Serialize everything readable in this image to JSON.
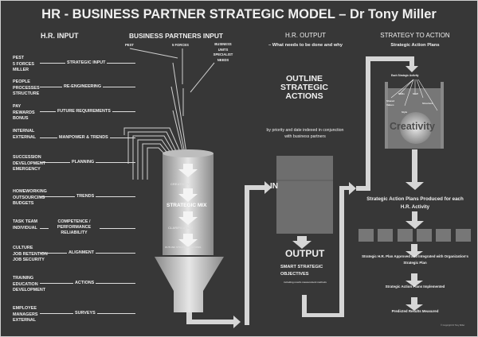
{
  "title": "HR - BUSINESS PARTNER STRATEGIC MODEL – Dr Tony Miller",
  "columns": {
    "hr_input": "H.R. INPUT",
    "business_partners_input": "BUSINESS PARTNERS INPUT",
    "hr_output": "H.R. OUTPUT",
    "hr_output_sub": "– What needs to be done and why",
    "strategy_to_action": "STRATEGY TO ACTION",
    "strategy_to_action_sub": "Strategic  Action Plans"
  },
  "partner_inputs": [
    "PEST",
    "5 FORCES",
    "BUSINESS UNITS SPECIALIST NEEDS"
  ],
  "hr_rows": [
    {
      "items": [
        "PEST",
        "5 FORCES",
        "MILLER"
      ],
      "label": "STRATEGIC INPUT"
    },
    {
      "items": [
        "PEOPLE",
        "PROCESSES",
        "STRUCTURE"
      ],
      "label": "RE-ENGINEERING"
    },
    {
      "items": [
        "PAY",
        "REWARDS",
        "BONUS"
      ],
      "label": "FUTURE REQUIREMENTS"
    },
    {
      "items": [
        "INTERNAL",
        "EXTERNAL",
        ""
      ],
      "label": "MANPOWER & TRENDS"
    },
    {
      "items": [
        "SUCCESSION",
        "DEVELOPMENT",
        "EMERGENCY"
      ],
      "label": "PLANNING"
    },
    {
      "items": [
        "HOMEWORKING",
        "OUTSOURCING",
        "BUDGETS"
      ],
      "label": "TRENDS"
    },
    {
      "items": [
        "TASK TEAM",
        "INDIVIDUAL",
        ""
      ],
      "label": "COMPETENCE / PERFORMANCE RELIABILITY"
    },
    {
      "items": [
        "CULTURE",
        "JOB RETENTION",
        "JOB SECURITY"
      ],
      "label": "ALIGNMENT"
    },
    {
      "items": [
        "TRAINING",
        "EDUCATION",
        "DEVELOPMENT"
      ],
      "label": "ACTIONS"
    },
    {
      "items": [
        "EMPLOYEE",
        "MANAGERS",
        "EXTERNAL"
      ],
      "label": "SURVEYS"
    }
  ],
  "cylinder": {
    "creativity": "CREATIVITY",
    "strategic_mix": "STRATEGIC MIX",
    "clarification": "CLARIFICATION",
    "outline": "OUTLINE STRATEGIC ACTIONS"
  },
  "output_section": {
    "heading": "OUTLINE STRATEGIC ACTIONS",
    "description": "by priority and date indexed in conjunction with business partners",
    "in_label": "IN",
    "output_label": "OUTPUT",
    "smart": "SMART STRATEGIC OBJECTIVES",
    "smart_note": "including results measurement methods"
  },
  "strategy_section": {
    "each_activity": "Each Strategic Activity",
    "seven_s": [
      "Shared Values",
      "Skills",
      "Style",
      "Staff",
      "Structure"
    ],
    "creativity": "Creativity",
    "plans_produced": "Strategic  Action Plans Produced for each H.R. Activity",
    "plan_approved": "Strategic H.R. Plan Approved and Integrated with Organization's  Strategic Plan",
    "implemented": "Strategic Action Plans Implemented",
    "measured": "Predicted Results Measured",
    "copyright": "© Copyright Dr Tony Miller"
  },
  "colors": {
    "background": "#373737",
    "text": "#f0f0f0",
    "arrow": "#d6d6d6",
    "box": "#6e6e6e"
  }
}
